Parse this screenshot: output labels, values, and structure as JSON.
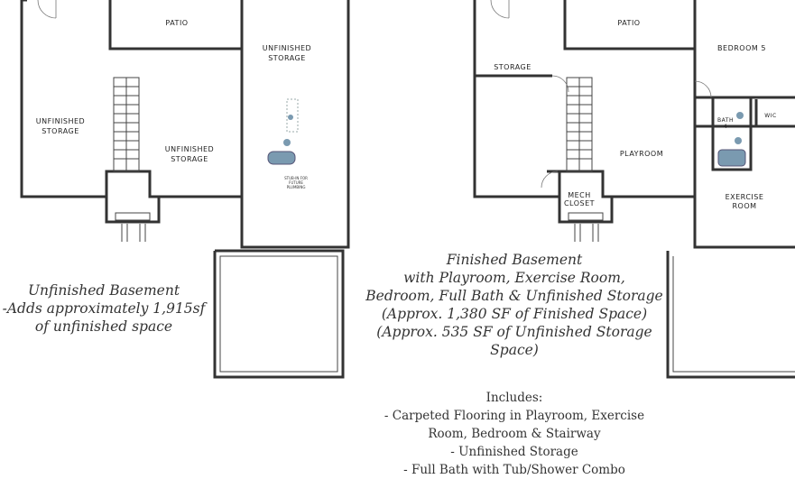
{
  "left_plan": {
    "patio": "PATIO",
    "unfinished_storage_right": [
      "UNFINISHED",
      "STORAGE"
    ],
    "unfinished_storage_left": [
      "UNFINISHED",
      "STORAGE"
    ],
    "unfinished_storage_center": [
      "UNFINISHED",
      "STORAGE"
    ],
    "stub_note": [
      "STUB-IN FOR",
      "FUTURE",
      "PLUMBING"
    ],
    "caption": [
      "Unfinished Basement",
      "-Adds approximately 1,915sf",
      "of unfinished space"
    ]
  },
  "right_plan": {
    "patio": "PATIO",
    "storage": "STORAGE",
    "bedroom": "BEDROOM 5",
    "bath": [
      "BATH",
      "4"
    ],
    "wic": "WIC",
    "playroom": "PLAYROOM",
    "mech": [
      "MECH",
      "CLOSET"
    ],
    "exercise": [
      "EXERCISE",
      "ROOM"
    ],
    "caption": [
      "Finished Basement",
      "with Playroom, Exercise Room,",
      "Bedroom, Full Bath & Unfinished Storage",
      "(Approx. 1,380 SF of Finished Space)",
      "(Approx. 535 SF of Unfinished Storage",
      "Space)"
    ]
  },
  "includes": {
    "heading": "Includes:",
    "items": [
      "- Carpeted Flooring in Playroom, Exercise",
      "Room, Bedroom & Stairway",
      "- Unfinished Storage",
      "- Full Bath with Tub/Shower Combo"
    ]
  }
}
